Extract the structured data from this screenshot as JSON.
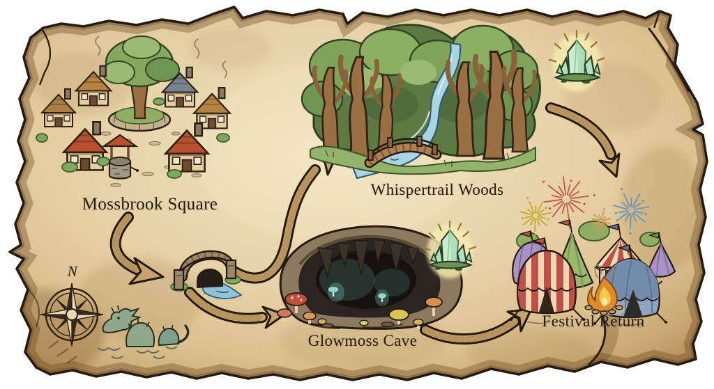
{
  "locations": [
    {
      "id": "mossbrook-square",
      "label": "Mossbrook Square",
      "depicts": "village of half-timbered houses around a central tree, stone planter and a well"
    },
    {
      "id": "whispertrail-woods",
      "label": "Whispertrail Woods",
      "depicts": "dense forest with a winding stream crossed by a wooden footbridge"
    },
    {
      "id": "glowmoss-cave",
      "label": "Glowmoss Cave",
      "depicts": "dark cave mouth with stalactites and glowing mushrooms"
    },
    {
      "id": "festival-return",
      "label": "Festival Return",
      "depicts": "ring of striped festival tents around a campfire with fireworks overhead"
    }
  ],
  "compass": {
    "north_label": "N"
  },
  "route_arrows": [
    {
      "from": "Mossbrook Square",
      "to": "stone bridge"
    },
    {
      "from": "stone bridge",
      "to": "Whispertrail Woods"
    },
    {
      "from": "stone bridge",
      "to": "Glowmoss Cave"
    },
    {
      "from": "Whispertrail Woods",
      "to": "Festival Return"
    },
    {
      "from": "Glowmoss Cave",
      "to": "Festival Return"
    }
  ],
  "decorations": [
    "compass-rose",
    "sea-serpent",
    "stone-bridge",
    "glowing-crystal-near-cave",
    "glowing-crystal-top-right",
    "campfire",
    "fireworks",
    "chimney-smoke"
  ],
  "colors": {
    "background": "#ffffff",
    "parchment_light": "#efe0bc",
    "parchment_mid": "#dcc190",
    "parchment_edge": "#b08a55",
    "ink": "#241a10",
    "arrow_fill": "#c7a46f",
    "stream_blue": "#a8d4e4",
    "foliage_green": "#7fa458",
    "crystal_green": "#cdeccf",
    "tent_red": "#bf5148",
    "tent_blue": "#8fa6c2",
    "fire_orange": "#e08a2e",
    "firework_yellow": "#c2a832",
    "firework_red": "#c05a4a",
    "firework_orange": "#cf9a55",
    "firework_blue": "#6b93bd"
  }
}
